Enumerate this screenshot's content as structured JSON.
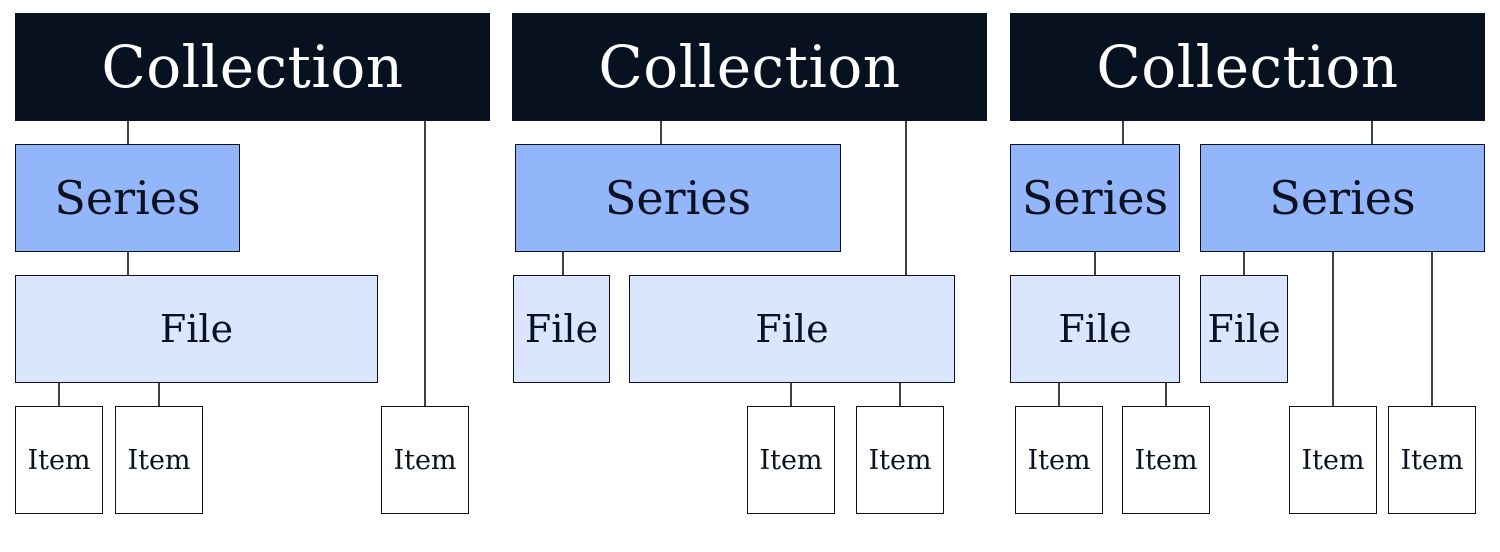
{
  "labels": {
    "collection": "Collection",
    "series": "Series",
    "file": "File",
    "item": "Item"
  },
  "colors": {
    "collection_fill": "#08111f",
    "series_fill": "#93b6fb",
    "file_fill": "#d9e6fd",
    "item_fill": "#ffffff",
    "line": "#0a1221"
  },
  "diagrams": [
    {
      "collection": {
        "children": [
          {
            "series": {
              "files": [
                {
                  "items": [
                    "Item",
                    "Item"
                  ]
                }
              ]
            }
          },
          {
            "item": "Item"
          }
        ]
      }
    },
    {
      "collection": {
        "children": [
          {
            "series": {
              "files": [
                {
                  "items": []
                }
              ]
            }
          },
          {
            "file": {
              "items": [
                "Item",
                "Item"
              ]
            }
          }
        ]
      }
    },
    {
      "collection": {
        "children": [
          {
            "series": {
              "files": [
                {
                  "items": [
                    "Item",
                    "Item"
                  ]
                }
              ]
            }
          },
          {
            "series": {
              "files": [
                {
                  "items": []
                }
              ],
              "items": [
                "Item",
                "Item"
              ]
            }
          }
        ]
      }
    }
  ]
}
